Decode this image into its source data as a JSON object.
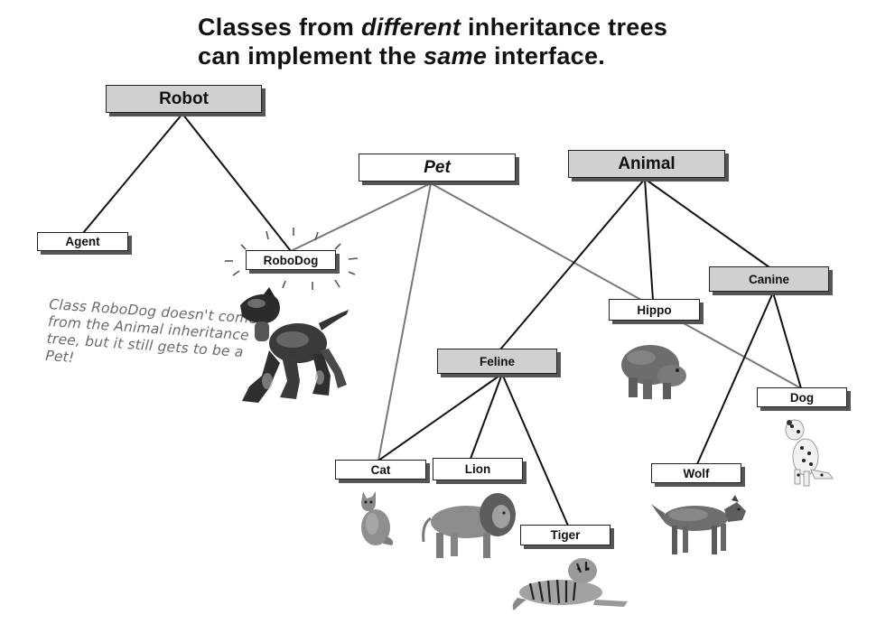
{
  "title": {
    "line1_a": "Classes from ",
    "line1_em": "different",
    "line1_b": " inheritance trees",
    "line2_a": "can implement the ",
    "line2_em": "same",
    "line2_b": " interface."
  },
  "nodes": {
    "robot": "Robot",
    "pet": "Pet",
    "animal": "Animal",
    "agent": "Agent",
    "robodog": "RoboDog",
    "canine": "Canine",
    "hippo": "Hippo",
    "feline": "Feline",
    "dog": "Dog",
    "cat": "Cat",
    "lion": "Lion",
    "wolf": "Wolf",
    "tiger": "Tiger"
  },
  "note": "Class RoboDog doesn't come from the Animal inheritance tree, but it still gets to be a Pet!",
  "colors": {
    "gray_box": "#d0d0d0",
    "line": "#111111",
    "pet_line": "#777777",
    "note": "#6a6a6a"
  },
  "images": [
    "robot-dog-image",
    "hippo-image",
    "dalmatian-image",
    "cat-image",
    "lion-image",
    "wolf-image",
    "tiger-image"
  ]
}
